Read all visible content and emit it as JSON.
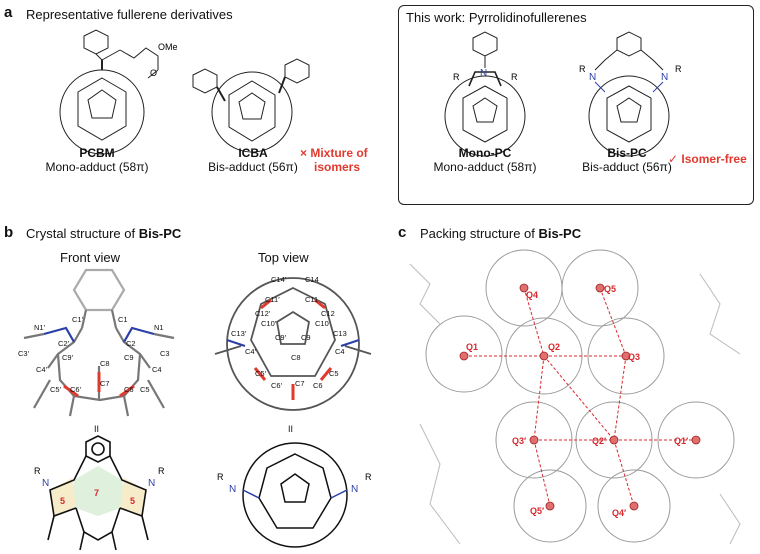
{
  "panel_a": {
    "label": "a",
    "title": "Representative fullerene derivatives",
    "box_title": "This work: Pyrrolidinofullerenes",
    "compounds": [
      {
        "name": "PCBM",
        "desc": "Mono-adduct (58π)"
      },
      {
        "name": "ICBA",
        "desc": "Bis-adduct (56π)"
      },
      {
        "name": "Mono-PC",
        "desc": "Mono-adduct (58π)"
      },
      {
        "name": "Bis-PC",
        "desc": "Bis-adduct (56π)"
      }
    ],
    "pcbm_group": "OMe",
    "icba_note_line1": "× Mixture of",
    "icba_note_line2": "isomers",
    "bispc_note": "✓ Isomer-free",
    "r_label": "R",
    "n_label": "N"
  },
  "panel_b": {
    "label": "b",
    "title_prefix": "Crystal structure of ",
    "title_bold": "Bis-PC",
    "front_view": "Front view",
    "top_view": "Top view",
    "equiv": "II",
    "ring_labels": [
      "5",
      "7",
      "5"
    ],
    "front_atoms": [
      "C1′",
      "C1",
      "C2′",
      "C2",
      "N1′",
      "N1",
      "C3′",
      "C3",
      "C9′",
      "C9",
      "C8",
      "C4′",
      "C4",
      "C5′",
      "C6′",
      "C7",
      "C6",
      "C5"
    ],
    "top_atoms": [
      "C14′",
      "C14",
      "C11′",
      "C11",
      "C12′",
      "C12",
      "C10′",
      "C10",
      "C13′",
      "C13",
      "C9′",
      "C9",
      "C4′",
      "C4",
      "C8",
      "C5′",
      "C5",
      "C6′",
      "C7",
      "C6"
    ]
  },
  "panel_c": {
    "label": "c",
    "title_prefix": "Packing structure of ",
    "title_bold": "Bis-PC",
    "centroids": [
      "Q1",
      "Q2",
      "Q3",
      "Q4",
      "Q5",
      "Q1′",
      "Q2′",
      "Q3′",
      "Q4′",
      "Q5′"
    ]
  }
}
